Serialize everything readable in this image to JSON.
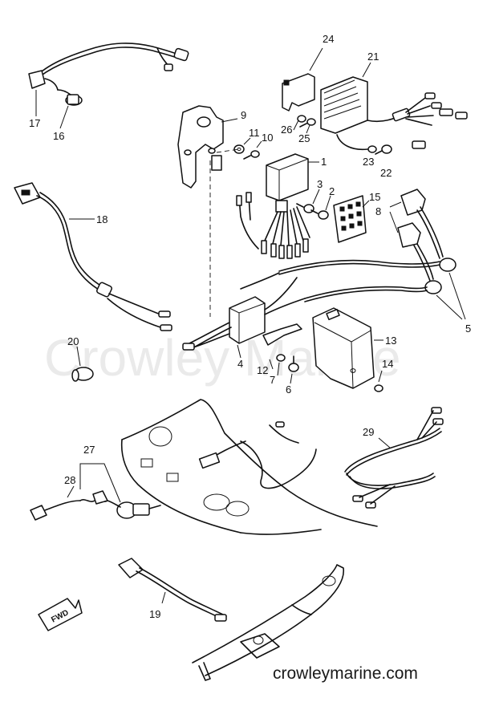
{
  "diagram": {
    "type": "exploded-parts-diagram",
    "callouts": {
      "c1": "1",
      "c2": "2",
      "c3": "3",
      "c4": "4",
      "c5": "5",
      "c6": "6",
      "c7": "7",
      "c8": "8",
      "c9": "9",
      "c10": "10",
      "c11": "11",
      "c12": "12",
      "c13": "13",
      "c14": "14",
      "c15": "15",
      "c16": "16",
      "c17": "17",
      "c18": "18",
      "c19": "19",
      "c20": "20",
      "c21": "21",
      "c22": "22",
      "c23": "23",
      "c24": "24",
      "c25": "25",
      "c26": "26",
      "c27": "27",
      "c28": "28",
      "c29": "29"
    },
    "direction_tag": "FWD"
  },
  "watermark": "Crowley Marine",
  "footer": "crowleymarine.com",
  "colors": {
    "ink": "#111111",
    "watermark": "#d9d9d9",
    "background": "#ffffff"
  }
}
